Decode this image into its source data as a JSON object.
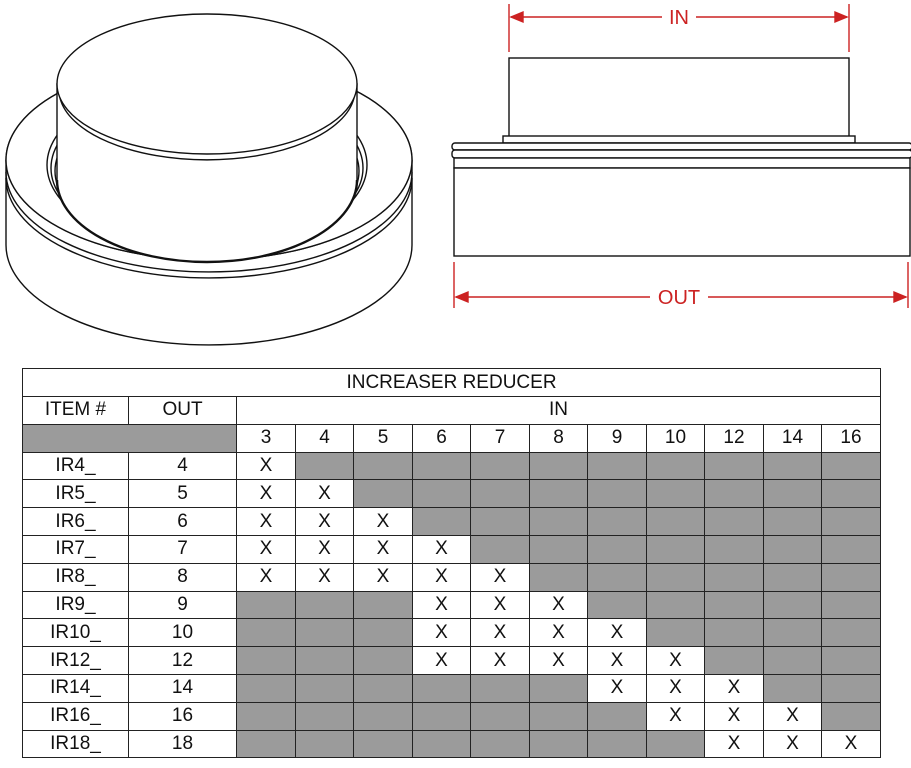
{
  "diagram": {
    "in_label": "IN",
    "out_label": "OUT"
  },
  "table": {
    "title": "INCREASER REDUCER",
    "headers": {
      "item": "ITEM #",
      "out": "OUT",
      "in": "IN"
    },
    "in_sizes": [
      "3",
      "4",
      "5",
      "6",
      "7",
      "8",
      "9",
      "10",
      "12",
      "14",
      "16"
    ],
    "mark": "X",
    "rows": [
      {
        "item": "IR4_",
        "out": "4",
        "marks": [
          1,
          0,
          0,
          0,
          0,
          0,
          0,
          0,
          0,
          0,
          0
        ]
      },
      {
        "item": "IR5_",
        "out": "5",
        "marks": [
          1,
          1,
          0,
          0,
          0,
          0,
          0,
          0,
          0,
          0,
          0
        ]
      },
      {
        "item": "IR6_",
        "out": "6",
        "marks": [
          1,
          1,
          1,
          0,
          0,
          0,
          0,
          0,
          0,
          0,
          0
        ]
      },
      {
        "item": "IR7_",
        "out": "7",
        "marks": [
          1,
          1,
          1,
          1,
          0,
          0,
          0,
          0,
          0,
          0,
          0
        ]
      },
      {
        "item": "IR8_",
        "out": "8",
        "marks": [
          1,
          1,
          1,
          1,
          1,
          0,
          0,
          0,
          0,
          0,
          0
        ]
      },
      {
        "item": "IR9_",
        "out": "9",
        "marks": [
          0,
          0,
          0,
          1,
          1,
          1,
          0,
          0,
          0,
          0,
          0
        ]
      },
      {
        "item": "IR10_",
        "out": "10",
        "marks": [
          0,
          0,
          0,
          1,
          1,
          1,
          1,
          0,
          0,
          0,
          0
        ]
      },
      {
        "item": "IR12_",
        "out": "12",
        "marks": [
          0,
          0,
          0,
          1,
          1,
          1,
          1,
          1,
          0,
          0,
          0
        ]
      },
      {
        "item": "IR14_",
        "out": "14",
        "marks": [
          0,
          0,
          0,
          0,
          0,
          0,
          1,
          1,
          1,
          0,
          0
        ]
      },
      {
        "item": "IR16_",
        "out": "16",
        "marks": [
          0,
          0,
          0,
          0,
          0,
          0,
          0,
          1,
          1,
          1,
          0
        ]
      },
      {
        "item": "IR18_",
        "out": "18",
        "marks": [
          0,
          0,
          0,
          0,
          0,
          0,
          0,
          0,
          1,
          1,
          1
        ]
      }
    ]
  }
}
